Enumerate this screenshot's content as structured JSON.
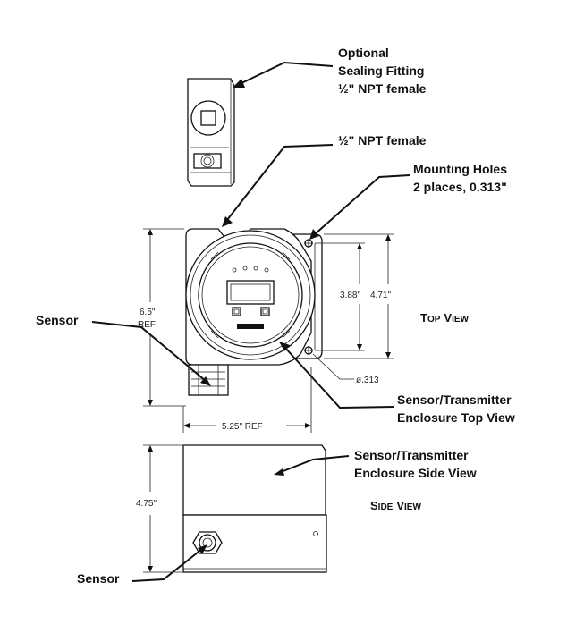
{
  "callouts": {
    "fitting_line1": "Optional",
    "fitting_line2": "Sealing Fitting",
    "fitting_line3": "½\" NPT female",
    "npt": "½\" NPT female",
    "holes_line1": "Mounting Holes",
    "holes_line2": "2 places, 0.313\"",
    "sensor_top": "Sensor",
    "enclosure_top_line1": "Sensor/Transmitter",
    "enclosure_top_line2": "Enclosure Top View",
    "enclosure_side_line1": "Sensor/Transmitter",
    "enclosure_side_line2": "Enclosure Side View",
    "sensor_side": "Sensor"
  },
  "views": {
    "top_cap": "T",
    "top_rest": "OP",
    "top_cap2": "V",
    "top_rest2": "IEW",
    "side_cap": "S",
    "side_rest": "IDE",
    "side_cap2": "V",
    "side_rest2": "IEW"
  },
  "dimensions": {
    "height_value": "6.5\"",
    "height_ref": "REF",
    "width": "5.25\" REF",
    "hole_spacing": "3.88\"",
    "bracket_height": "4.71\"",
    "hole_diameter": "ø.313",
    "side_height": "4.75\""
  },
  "colors": {
    "ink": "#111111",
    "paper": "#ffffff"
  }
}
